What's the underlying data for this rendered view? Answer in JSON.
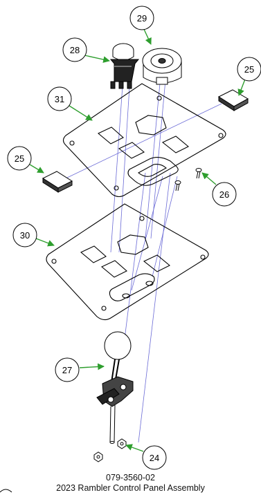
{
  "callouts": [
    {
      "id": "c24",
      "label": "24"
    },
    {
      "id": "c25a",
      "label": "25"
    },
    {
      "id": "c25b",
      "label": "25"
    },
    {
      "id": "c26",
      "label": "26"
    },
    {
      "id": "c27",
      "label": "27"
    },
    {
      "id": "c28",
      "label": "28"
    },
    {
      "id": "c29",
      "label": "29"
    },
    {
      "id": "c30",
      "label": "30"
    },
    {
      "id": "c31",
      "label": "31"
    }
  ],
  "caption": {
    "part_number": "079-3560-02",
    "title": "2023 Rambler Control Panel Assembly"
  },
  "colors": {
    "leader": "#2e9e2e",
    "projection": "#6a6ad6",
    "outline": "#000000"
  }
}
